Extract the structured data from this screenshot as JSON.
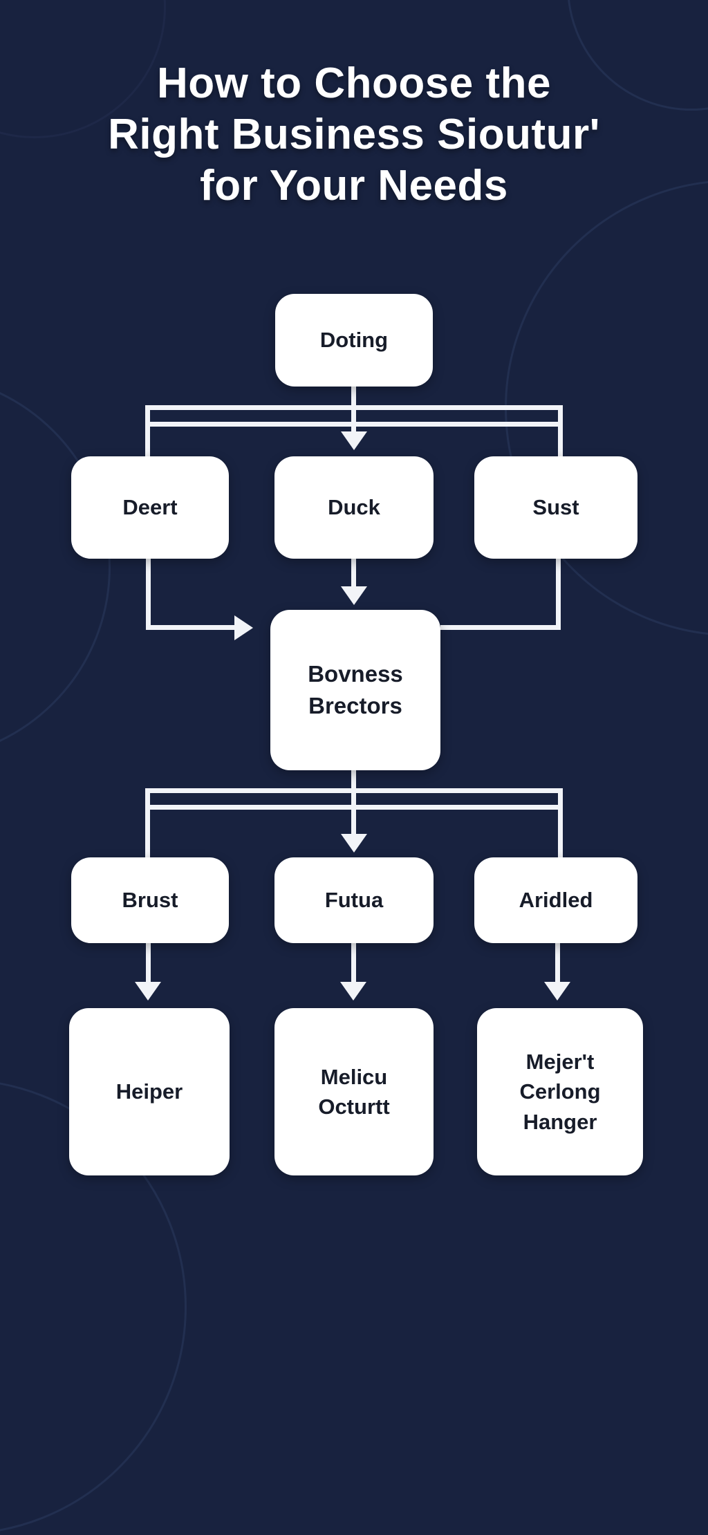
{
  "title": {
    "lines": [
      "How to Choose the",
      "Right Business Sioutur'",
      "for Your Needs"
    ]
  },
  "colors": {
    "background": "#18223F",
    "box_fill": "#FFFFFF",
    "box_text": "#171C29",
    "title_text": "#FFFFFF",
    "connector": "#F2F4F8",
    "accent_arc": "#4A5E8E"
  },
  "flowchart": {
    "nodes": [
      {
        "id": "doting",
        "label": "Doting"
      },
      {
        "id": "deert",
        "label": "Deert"
      },
      {
        "id": "duck",
        "label": "Duck"
      },
      {
        "id": "sust",
        "label": "Sust"
      },
      {
        "id": "bovness",
        "label": "Bovness Brectors",
        "lines": [
          "Bovness",
          "Brectors"
        ]
      },
      {
        "id": "brust",
        "label": "Brust"
      },
      {
        "id": "futua",
        "label": "Futua"
      },
      {
        "id": "aridled",
        "label": "Aridled"
      },
      {
        "id": "heiper",
        "label": "Heiper"
      },
      {
        "id": "melicu",
        "label": "Melicu Octurtt",
        "lines": [
          "Melicu",
          "Octurtt"
        ]
      },
      {
        "id": "mejert",
        "label": "Mejer't Cerlong Hanger",
        "lines": [
          "Mejer't",
          "Cerlong",
          "Hanger"
        ]
      }
    ],
    "edges": [
      {
        "from": "doting",
        "to": "deert",
        "style": "branch-bracket"
      },
      {
        "from": "doting",
        "to": "duck",
        "style": "arrow-down"
      },
      {
        "from": "doting",
        "to": "sust",
        "style": "branch-bracket"
      },
      {
        "from": "duck",
        "to": "bovness",
        "style": "arrow-down"
      },
      {
        "from": "deert",
        "to": "bovness",
        "style": "elbow-arrow-right"
      },
      {
        "from": "sust",
        "to": "bovness",
        "style": "elbow-plain"
      },
      {
        "from": "bovness",
        "to": "brust",
        "style": "branch-bracket"
      },
      {
        "from": "bovness",
        "to": "futua",
        "style": "arrow-down"
      },
      {
        "from": "bovness",
        "to": "aridled",
        "style": "branch-bracket"
      },
      {
        "from": "brust",
        "to": "heiper",
        "style": "arrow-down"
      },
      {
        "from": "futua",
        "to": "melicu",
        "style": "arrow-down"
      },
      {
        "from": "aridled",
        "to": "mejert",
        "style": "arrow-down"
      }
    ]
  }
}
